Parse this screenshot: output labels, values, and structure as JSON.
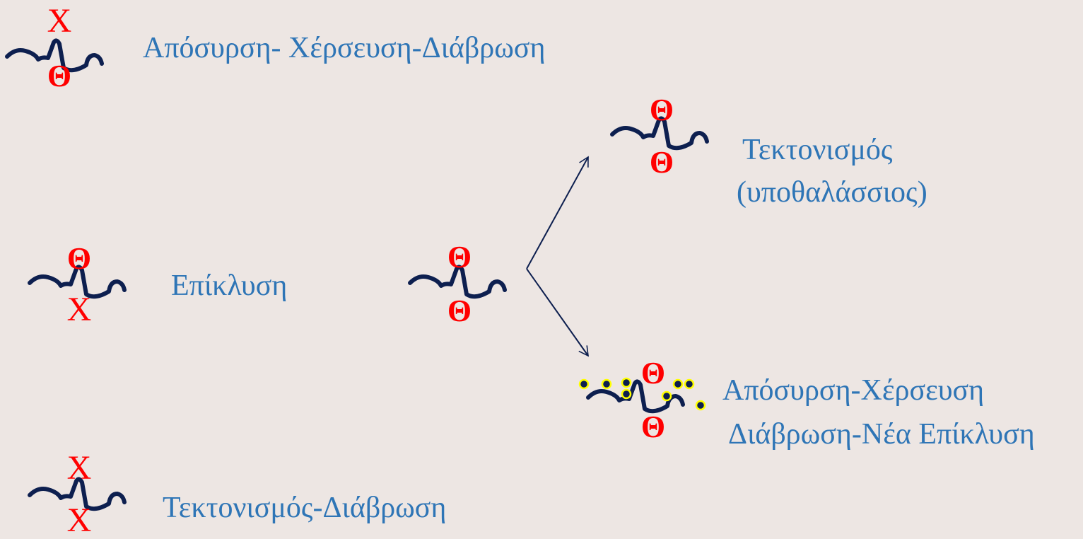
{
  "colors": {
    "background": "#ede6e3",
    "label_text": "#2e75b6",
    "symbol": "#ff0000",
    "profile_line": "#0d1f4f",
    "arrow": "#0d1f4f",
    "dot_fill": "#0d1f4f",
    "dot_outline": "#ffff00"
  },
  "symbols": {
    "theta": "Θ",
    "chi": "X"
  },
  "labels": {
    "case1": "Απόσυρση- Χέρσευση-Διάβρωση",
    "case2": "Επίκλυση",
    "case3": "Τεκτονισμός-Διάβρωση",
    "outcome_top_line1": "Τεκτονισμός",
    "outcome_top_line2": "(υποθαλάσσιος)",
    "outcome_bottom_line1": "Απόσυρση-Χέρσευση",
    "outcome_bottom_line2": "Διάβρωση-Νέα Επίκλυση"
  }
}
